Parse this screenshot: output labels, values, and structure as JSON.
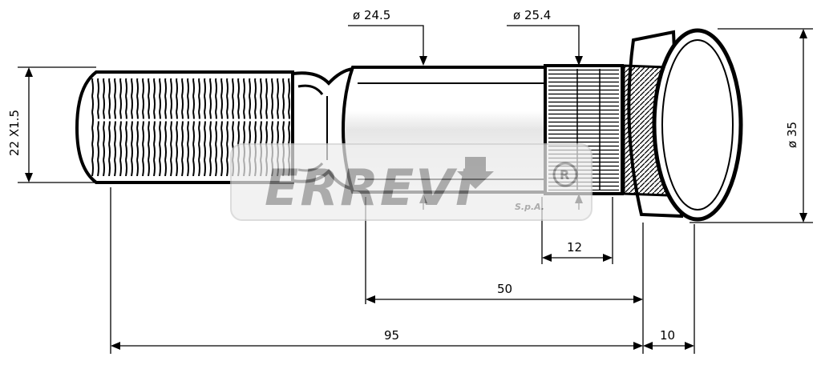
{
  "dimensions": {
    "thread": "22 X1.5",
    "dia_shank": "ø 24.5",
    "dia_knurl": "ø 25.4",
    "dia_head": "ø 35",
    "knurl_len": "12",
    "shank_len": "50",
    "total_len": "95",
    "head_len": "10"
  },
  "watermark": {
    "brand": "ERREVI",
    "suffix": "S.p.A."
  },
  "colors": {
    "ink": "#000000",
    "watermark": "#9a9a9a",
    "background": "#ffffff"
  }
}
